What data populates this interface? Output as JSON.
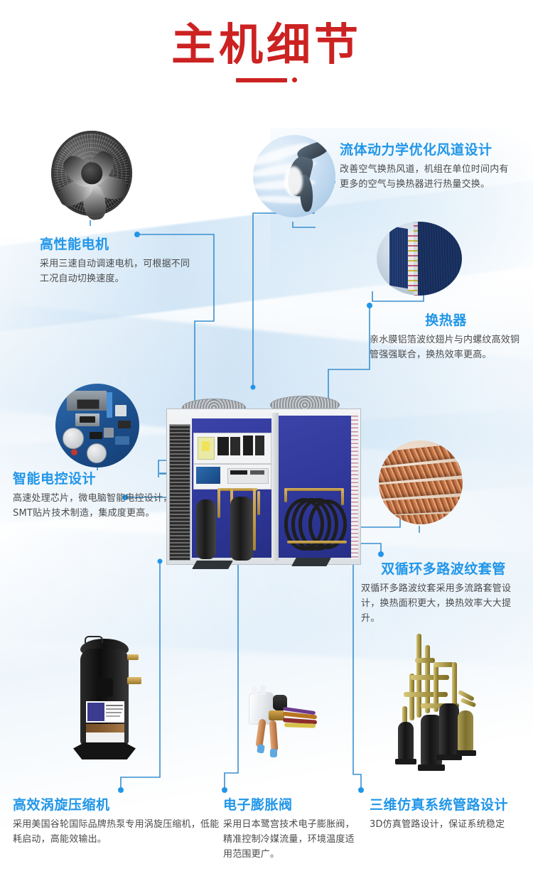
{
  "header": {
    "title": "主机细节",
    "accent_color": "#cc2222"
  },
  "theme": {
    "heading_color": "#2196e8",
    "body_color": "#4a4a4a",
    "line_color": "#3a8fd0",
    "background": "#ffffff"
  },
  "callouts": [
    {
      "id": "fluid-dynamics",
      "title": "流体动力学优化风道设计",
      "body": "改善空气换热风道，机组在单位时间内有更多的空气与换热器进行热量交换。"
    },
    {
      "id": "high-performance-motor",
      "title": "高性能电机",
      "body": "采用三速自动调速电机，可根据不同工况自动切换速度。"
    },
    {
      "id": "heat-exchanger",
      "title": "换热器",
      "body": "亲水膜铝箔波纹翅片与内螺纹高效铜管强强联合，换热效率更高。"
    },
    {
      "id": "smart-control",
      "title": "智能电控设计",
      "body": "高速处理芯片，微电脑智能电控设计，SMT贴片技术制造，集成度更高。"
    },
    {
      "id": "dual-loop-tube",
      "title": "双循环多路波纹套管",
      "body": "双循环多路波纹套采用多流路套管设计，换热面积更大，换热效率大大提升。"
    },
    {
      "id": "scroll-compressor",
      "title": "高效涡旋压缩机",
      "body": "采用美国谷轮国际品牌热泵专用涡旋压缩机，低能耗启动，高能效输出。"
    },
    {
      "id": "expansion-valve",
      "title": "电子膨胀阀",
      "body": "采用日本鹭宫技术电子膨胀阀，精准控制冷媒流量，环境温度适用范围更广。"
    },
    {
      "id": "3d-piping",
      "title": "三维仿真系统管路设计",
      "body": "3D仿真管路设计，保证系统稳定"
    }
  ],
  "photos": [
    {
      "id": "axial-fan-photo",
      "alt": "轴流风机"
    },
    {
      "id": "airflow-circle-photo",
      "alt": "流体动力学风道"
    },
    {
      "id": "heat-exchanger-circle-photo",
      "alt": "翅片换热器"
    },
    {
      "id": "pcb-circle-photo",
      "alt": "智能电控板"
    },
    {
      "id": "copper-coil-circle-photo",
      "alt": "波纹铜套管"
    },
    {
      "id": "main-unit-photo",
      "alt": "主机剖面图"
    },
    {
      "id": "scroll-compressor-photo",
      "alt": "涡旋压缩机"
    },
    {
      "id": "expansion-valve-photo",
      "alt": "电子膨胀阀"
    },
    {
      "id": "piping-system-photo",
      "alt": "三维仿真系统管路"
    }
  ]
}
